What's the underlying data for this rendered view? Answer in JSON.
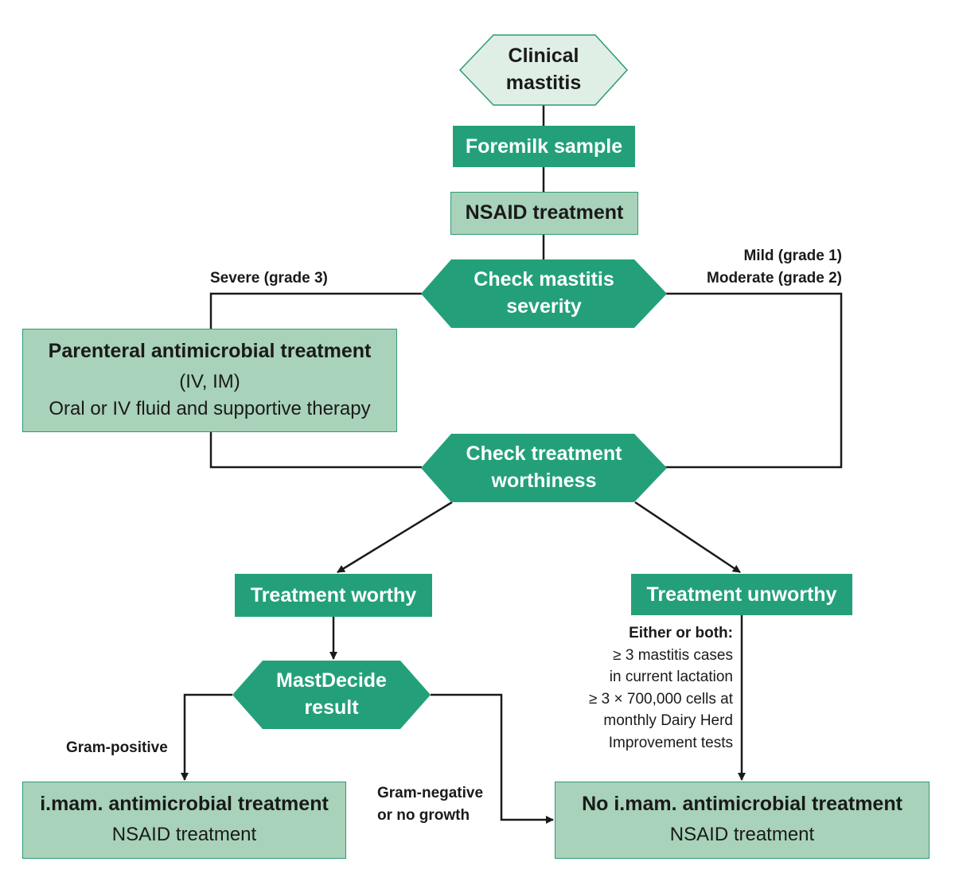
{
  "start": {
    "line1": "Clinical",
    "line2": "mastitis"
  },
  "foremilk": "Foremilk sample",
  "nsaid": "NSAID treatment",
  "severity": {
    "line1": "Check mastitis",
    "line2": "severity"
  },
  "severe_label": "Severe (grade 3)",
  "mild_label": "Mild (grade 1)",
  "moderate_label": "Moderate (grade 2)",
  "parenteral": {
    "title": "Parenteral antimicrobial treatment",
    "line2": "(IV, IM)",
    "line3": "Oral or IV fluid and supportive therapy"
  },
  "worthiness": {
    "line1": "Check treatment",
    "line2": "worthiness"
  },
  "worthy": "Treatment worthy",
  "unworthy": "Treatment unworthy",
  "mastdecide": {
    "line1": "MastDecide",
    "line2": "result"
  },
  "criteria": {
    "heading": "Either or both:",
    "c1a": "≥ 3 mastitis cases",
    "c1b": "in current lactation",
    "c2a": "≥ 3 × 700,000 cells at",
    "c2b": "monthly Dairy Herd",
    "c2c": "Improvement tests"
  },
  "gram_pos": "Gram-positive",
  "gram_neg": {
    "line1": "Gram-negative",
    "line2": "or no growth"
  },
  "imam": {
    "title": "i.mam. antimicrobial treatment",
    "sub": "NSAID treatment"
  },
  "no_imam": {
    "title": "No i.mam. antimicrobial treatment",
    "sub": "NSAID treatment"
  },
  "colors": {
    "dark_green": "#23a07a",
    "light_green": "#a8d2b9",
    "pale_green": "#dfefe6",
    "line": "#1a1a1a"
  }
}
